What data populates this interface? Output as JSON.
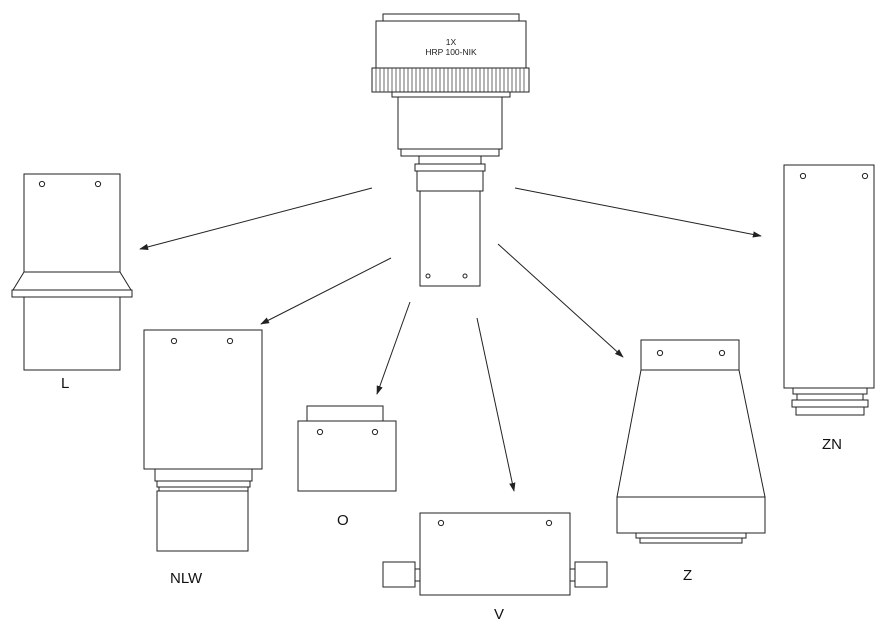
{
  "diagram": {
    "line_color": "#222222",
    "fill_color": "#ffffff",
    "center_adapter": {
      "engraving_line1": "1X",
      "engraving_line2": "HRP 100-NIK"
    },
    "mounts": [
      {
        "id": "L",
        "label": "L"
      },
      {
        "id": "NLW",
        "label": "NLW"
      },
      {
        "id": "O",
        "label": "O"
      },
      {
        "id": "V",
        "label": "V"
      },
      {
        "id": "Z",
        "label": "Z"
      },
      {
        "id": "ZN",
        "label": "ZN"
      }
    ]
  }
}
